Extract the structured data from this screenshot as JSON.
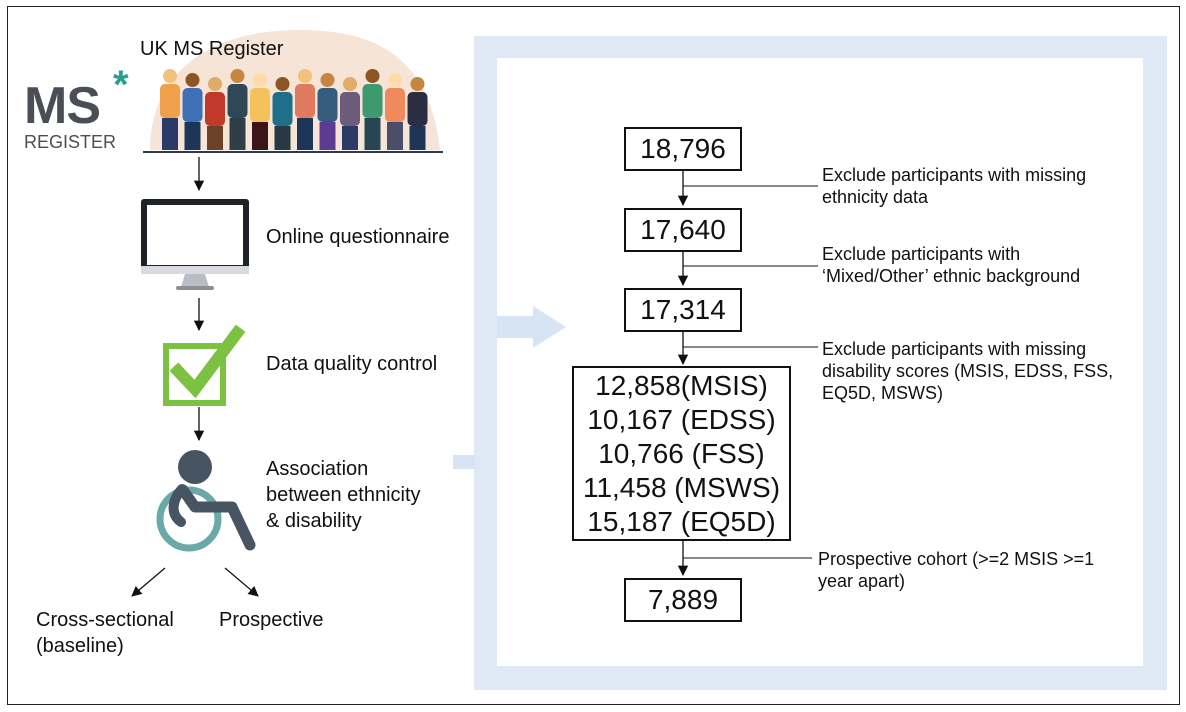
{
  "left": {
    "register_title": "UK MS Register",
    "logo_main": "MS",
    "logo_asterisk": "*",
    "logo_sub": "REGISTER",
    "steps": [
      {
        "icon": "computer-monitor-icon",
        "label": "Online questionnaire"
      },
      {
        "icon": "checkbox-checkmark-icon",
        "label": "Data quality control"
      },
      {
        "icon": "wheelchair-user-icon",
        "label_lines": [
          "Association",
          "between ethnicity",
          "& disability"
        ]
      }
    ],
    "branches": {
      "left_lines": [
        "Cross-sectional",
        "(baseline)"
      ],
      "right": "Prospective"
    }
  },
  "flow": {
    "boxes": [
      {
        "value": "18,796"
      },
      {
        "value": "17,640"
      },
      {
        "value": "17,314"
      },
      {
        "lines": [
          "12,858(MSIS)",
          "10,167 (EDSS)",
          "10,766 (FSS)",
          "11,458 (MSWS)",
          "15,187 (EQ5D)"
        ]
      },
      {
        "value": "7,889"
      }
    ],
    "exclusions": [
      "Exclude participants with missing\nethnicity data",
      "Exclude participants with\n‘Mixed/Other’ ethnic background",
      "Exclude participants with missing\ndisability scores (MSIS, EDSS, FSS,\nEQ5D, MSWS)",
      "Prospective cohort (>=2 MSIS >=1\nyear apart)"
    ]
  },
  "colors": {
    "panel_bg": "#dfe9f5",
    "arrow_light": "#d6e4f3",
    "check_green": "#7dc142",
    "wheel_teal": "#6aa9a8",
    "person_gray": "#475563",
    "logo_gray": "#4a4f57",
    "logo_teal": "#2a9d8f",
    "people_backdrop": "#f6e4d6"
  }
}
